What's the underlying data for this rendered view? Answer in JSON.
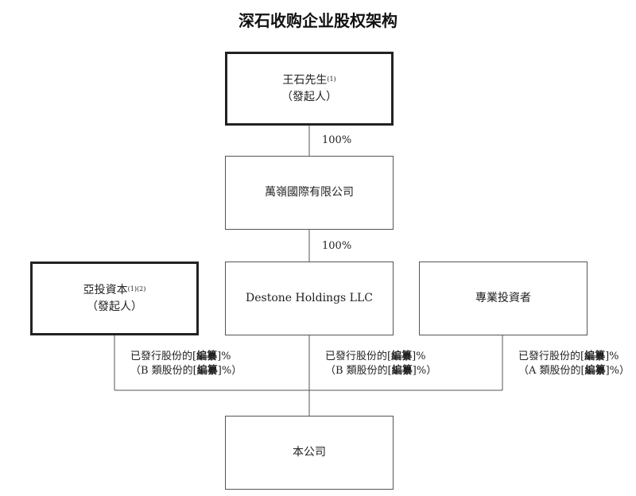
{
  "title": "深石收购企业股权架构",
  "nodes": {
    "founder_wang": {
      "name": "王石先生",
      "note": "(1)",
      "role": "（發起人）"
    },
    "wanling": {
      "name": "萬嶺國際有限公司"
    },
    "yatou": {
      "name": "亞投資本",
      "note": "(1)(2)",
      "role": "（發起人）"
    },
    "destone": {
      "name": "Destone Holdings LLC"
    },
    "professional": {
      "name": "專業投資者"
    },
    "company": {
      "name": "本公司"
    }
  },
  "edges": {
    "wang_to_wanling": "100%",
    "wanling_to_destone": "100%"
  },
  "holdings": {
    "yatou": {
      "line1_pre": "已發行股份的[",
      "line1_bold": "編纂",
      "line1_post": "]%",
      "line2_pre": "（B 類股份的[",
      "line2_bold": "編纂",
      "line2_post": "]%）"
    },
    "destone": {
      "line1_pre": "已發行股份的[",
      "line1_bold": "編纂",
      "line1_post": "]%",
      "line2_pre": "（B 類股份的[",
      "line2_bold": "編纂",
      "line2_post": "]%）"
    },
    "professional": {
      "line1_pre": "已發行股份的[",
      "line1_bold": "編纂",
      "line1_post": "]%",
      "line2_pre": "（A 類股份的[",
      "line2_bold": "編纂",
      "line2_post": "]%）"
    }
  }
}
